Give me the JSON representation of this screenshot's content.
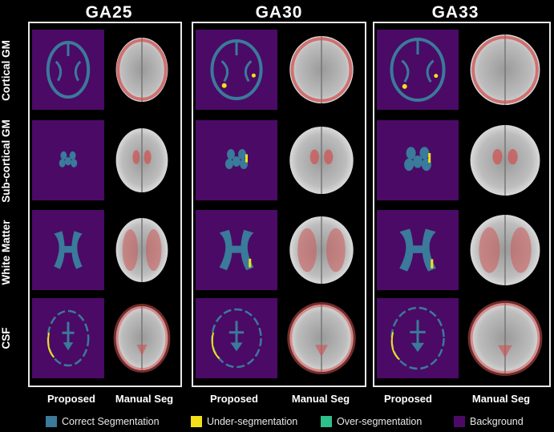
{
  "figure": {
    "group_titles": [
      "GA25",
      "GA30",
      "GA33"
    ],
    "row_labels": [
      "Cortical GM",
      "Sub-cortical GM",
      "White Matter",
      "CSF"
    ],
    "column_labels": [
      "Proposed",
      "Manual Seg"
    ]
  },
  "legend": [
    {
      "label": "Correct Segmentation",
      "color": "#3a7a9a"
    },
    {
      "label": "Under-segmentation",
      "color": "#f2e01a"
    },
    {
      "label": "Over-segmentation",
      "color": "#2ec08a"
    },
    {
      "label": "Background",
      "color": "#4b0a66"
    }
  ],
  "colors": {
    "background_panel": "#4b0a66",
    "correct": "#3a7a9a",
    "under": "#f2e01a",
    "mri_overlay": "#d05050"
  }
}
